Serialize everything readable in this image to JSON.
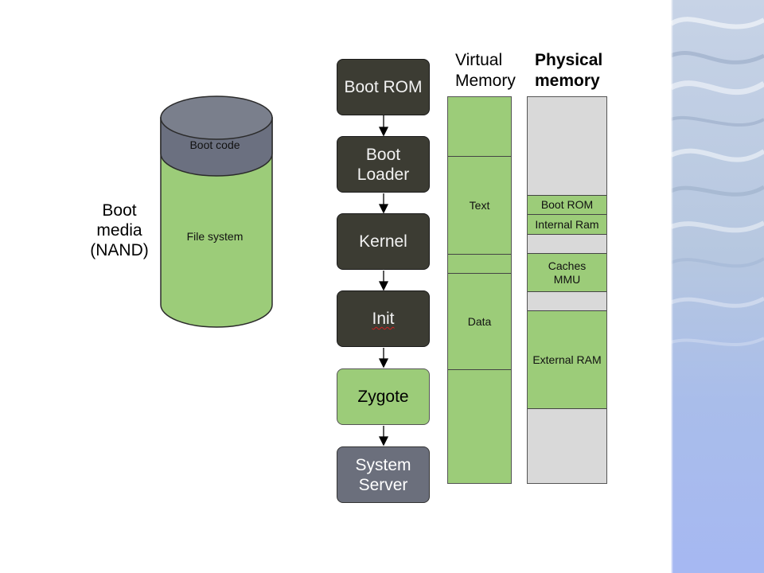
{
  "boot_media": {
    "label_lines": [
      "Boot",
      "media",
      "(NAND)"
    ],
    "boot_code_label": "Boot code",
    "file_system_label": "File system"
  },
  "boot_chain": [
    {
      "lines": [
        "Boot ROM"
      ],
      "style": "dark"
    },
    {
      "lines": [
        "Boot",
        "Loader"
      ],
      "style": "dark"
    },
    {
      "lines": [
        "Kernel"
      ],
      "style": "dark"
    },
    {
      "lines": [
        "Init"
      ],
      "style": "dark"
    },
    {
      "lines": [
        "Zygote"
      ],
      "style": "green"
    },
    {
      "lines": [
        "System",
        "Server"
      ],
      "style": "slate"
    }
  ],
  "virtual_memory": {
    "header_lines": [
      "Virtual",
      "Memory"
    ],
    "segments": [
      {
        "label": "",
        "fill": "green"
      },
      {
        "label": "Text",
        "fill": "green"
      },
      {
        "label": "",
        "fill": "green"
      },
      {
        "label": "Data",
        "fill": "green"
      },
      {
        "label": "",
        "fill": "green"
      }
    ]
  },
  "physical_memory": {
    "header_lines": [
      "Physical",
      "memory"
    ],
    "segments": [
      {
        "label": "",
        "fill": "gray"
      },
      {
        "label": "Boot ROM",
        "fill": "green"
      },
      {
        "label": "Internal Ram",
        "fill": "green"
      },
      {
        "label": "",
        "fill": "gray"
      },
      {
        "label": "Caches\nMMU",
        "fill": "green"
      },
      {
        "label": "",
        "fill": "gray"
      },
      {
        "label": "External RAM",
        "fill": "green"
      },
      {
        "label": "",
        "fill": "gray"
      }
    ]
  },
  "colors": {
    "green": "#9ccc79",
    "gray": "#d9d9d9",
    "dark_box": "#3c3c33",
    "slate_box": "#6b6f7c",
    "cylinder_cap": "#6b7080"
  }
}
